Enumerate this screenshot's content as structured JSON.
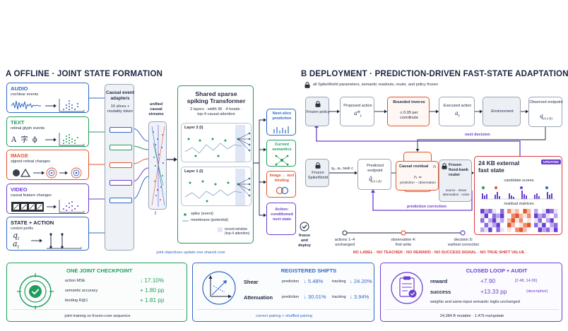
{
  "panelA": {
    "title": "A  OFFLINE · JOINT STATE FORMATION",
    "inputs": [
      {
        "name": "AUDIO",
        "sub": "cochlear events",
        "color": "#2f67c9"
      },
      {
        "name": "TEXT",
        "sub": "retinal glyph events",
        "color": "#1f9d5c",
        "glyphs": "A  字  ϕ"
      },
      {
        "name": "IMAGE",
        "sub": "signed retinal changes",
        "color": "#e2552f"
      },
      {
        "name": "VIDEO",
        "sub": "causal feature changes",
        "color": "#6a3fd0"
      },
      {
        "name": "STATE + ACTION",
        "sub": "control prefix",
        "color": "#2f67c9",
        "q": "q",
        "qsub": "t",
        "a": "a",
        "asub": "t"
      }
    ],
    "t_label": "t",
    "adapters": {
      "title": "Causal event adapters",
      "sub1": "16 slices +",
      "sub2": "modality token"
    },
    "streams": {
      "label1": "unified",
      "label2": "causal",
      "label3": "streams",
      "t": "t"
    },
    "transformer": {
      "title1": "Shared sparse",
      "title2": "spiking Transformer",
      "desc1": "2 layers · width 96 · 4 heads ·",
      "desc2": "top-4 causal attention",
      "layer2": "Layer 2 (l)",
      "layer1": "Layer 1 (l)",
      "legend_spike": "spike (event)",
      "legend_membrane": "membrane (potential)",
      "legend_window1": "recent window",
      "legend_window2": "(top-4 attention)"
    },
    "outputs": [
      {
        "label": "Next-slice prediction",
        "color": "#2f67c9"
      },
      {
        "label": "Current semantics",
        "color": "#1f9d5c"
      },
      {
        "label": "Image ↔ text binding",
        "color": "#e2552f"
      },
      {
        "label": "Action-conditioned next state",
        "color": "#6a3fd0"
      }
    ],
    "caption": "joint objectives update one shared core"
  },
  "freeze": {
    "line1": "freeze",
    "line2": "and",
    "line3": "deploy"
  },
  "panelB": {
    "title": "B  DEPLOYMENT · PREDICTION-DRIVEN FAST-STATE ADAPTATION",
    "frozen_note": "all SpikeWorld parameters, semantic readouts, router, and policy frozen",
    "row1": {
      "frozen_policy": "Frozen policy",
      "proposed": "Proposed action",
      "proposed_sym": "a*",
      "proposed_sub": "t",
      "bounded_title": "Bounded inverse",
      "bounded_sub1": "≤ 0.05 per",
      "bounded_sub2": "coordinate",
      "executed": "Executed action",
      "executed_sym": "a",
      "executed_sub": "t",
      "environment": "Environment",
      "observed": "Observed endpoint",
      "observed_sym": "q",
      "observed_sub": "(t+8)"
    },
    "next_decision": "next decision",
    "row2": {
      "frozen_sw1": "Frozen",
      "frozen_sw2": "SpikeWorld",
      "inputs_label": "q₀, aₜ, task c",
      "predicted1": "Predicted",
      "predicted2": "endpoint",
      "predicted_sym": "q̂",
      "predicted_sub": "(t+8)",
      "residual_title": "Causal residual",
      "residual_sym": "rₜ",
      "residual_eq": "rₜ =",
      "residual_eq2": "prediction − observation",
      "router1": "Frozen",
      "router2": "fixed-bank",
      "router3": "router",
      "router_sub1": "source · shear",
      "router_sub2": "attenuation · noise"
    },
    "fast_state": {
      "title1": "24 KB external",
      "title2": "fast state",
      "badge": "UPDATED",
      "candidate": "candidate scores",
      "residual_matrices": "residual matrices"
    },
    "prediction_correction": "prediction correction",
    "timeline": [
      {
        "label1": "actions 1–4",
        "label2": "unchanged"
      },
      {
        "label1": "observation 4:",
        "label2": "first write"
      },
      {
        "label1": "decision 5:",
        "label2": "earliest correction"
      }
    ],
    "constraints": "NO LABEL · NO TEACHER · NO REWARD · NO SUCCESS SIGNAL · NO TRUE SHIFT VALUE"
  },
  "cards": {
    "checkpoint": {
      "title": "ONE JOINT CHECKPOINT",
      "rows": [
        {
          "label": "action MSE",
          "value": "↓ 17.10%"
        },
        {
          "label": "semantic accuracy",
          "value": "+ 1.80 pp"
        },
        {
          "label": "binding R@1",
          "value": "+ 1.81 pp"
        }
      ],
      "footer": "joint training vs frozen-core sequence"
    },
    "shifts": {
      "title": "REGISTERED SHIFTS",
      "rows": [
        {
          "name": "Shear",
          "pred_label": "prediction",
          "pred": "↓ 5.48%",
          "track_label": "tracking",
          "track": "↓ 24.20%"
        },
        {
          "name": "Attenuation",
          "pred_label": "prediction",
          "pred": "↓ 30.01%",
          "track_label": "tracking",
          "track": "↓ 3.94%"
        }
      ],
      "footer": "correct pairing > shuffled pairing"
    },
    "audit": {
      "title": "CLOSED LOOP + AUDIT",
      "rows": [
        {
          "label": "reward",
          "value": "+7.90",
          "note": "[2.48, 14.06]"
        },
        {
          "label": "success",
          "value": "+13.33 pp",
          "note": "(descriptive)"
        }
      ],
      "line": "weights and same-input semantic logits unchanged",
      "footer": "24,384 B mutable · 1.476 ms/update"
    }
  },
  "colors": {
    "blue": "#2f67c9",
    "green": "#1f9d5c",
    "orange": "#e2552f",
    "purple": "#6a3fd0",
    "navy": "#1b2540",
    "red": "#d83a3a"
  }
}
